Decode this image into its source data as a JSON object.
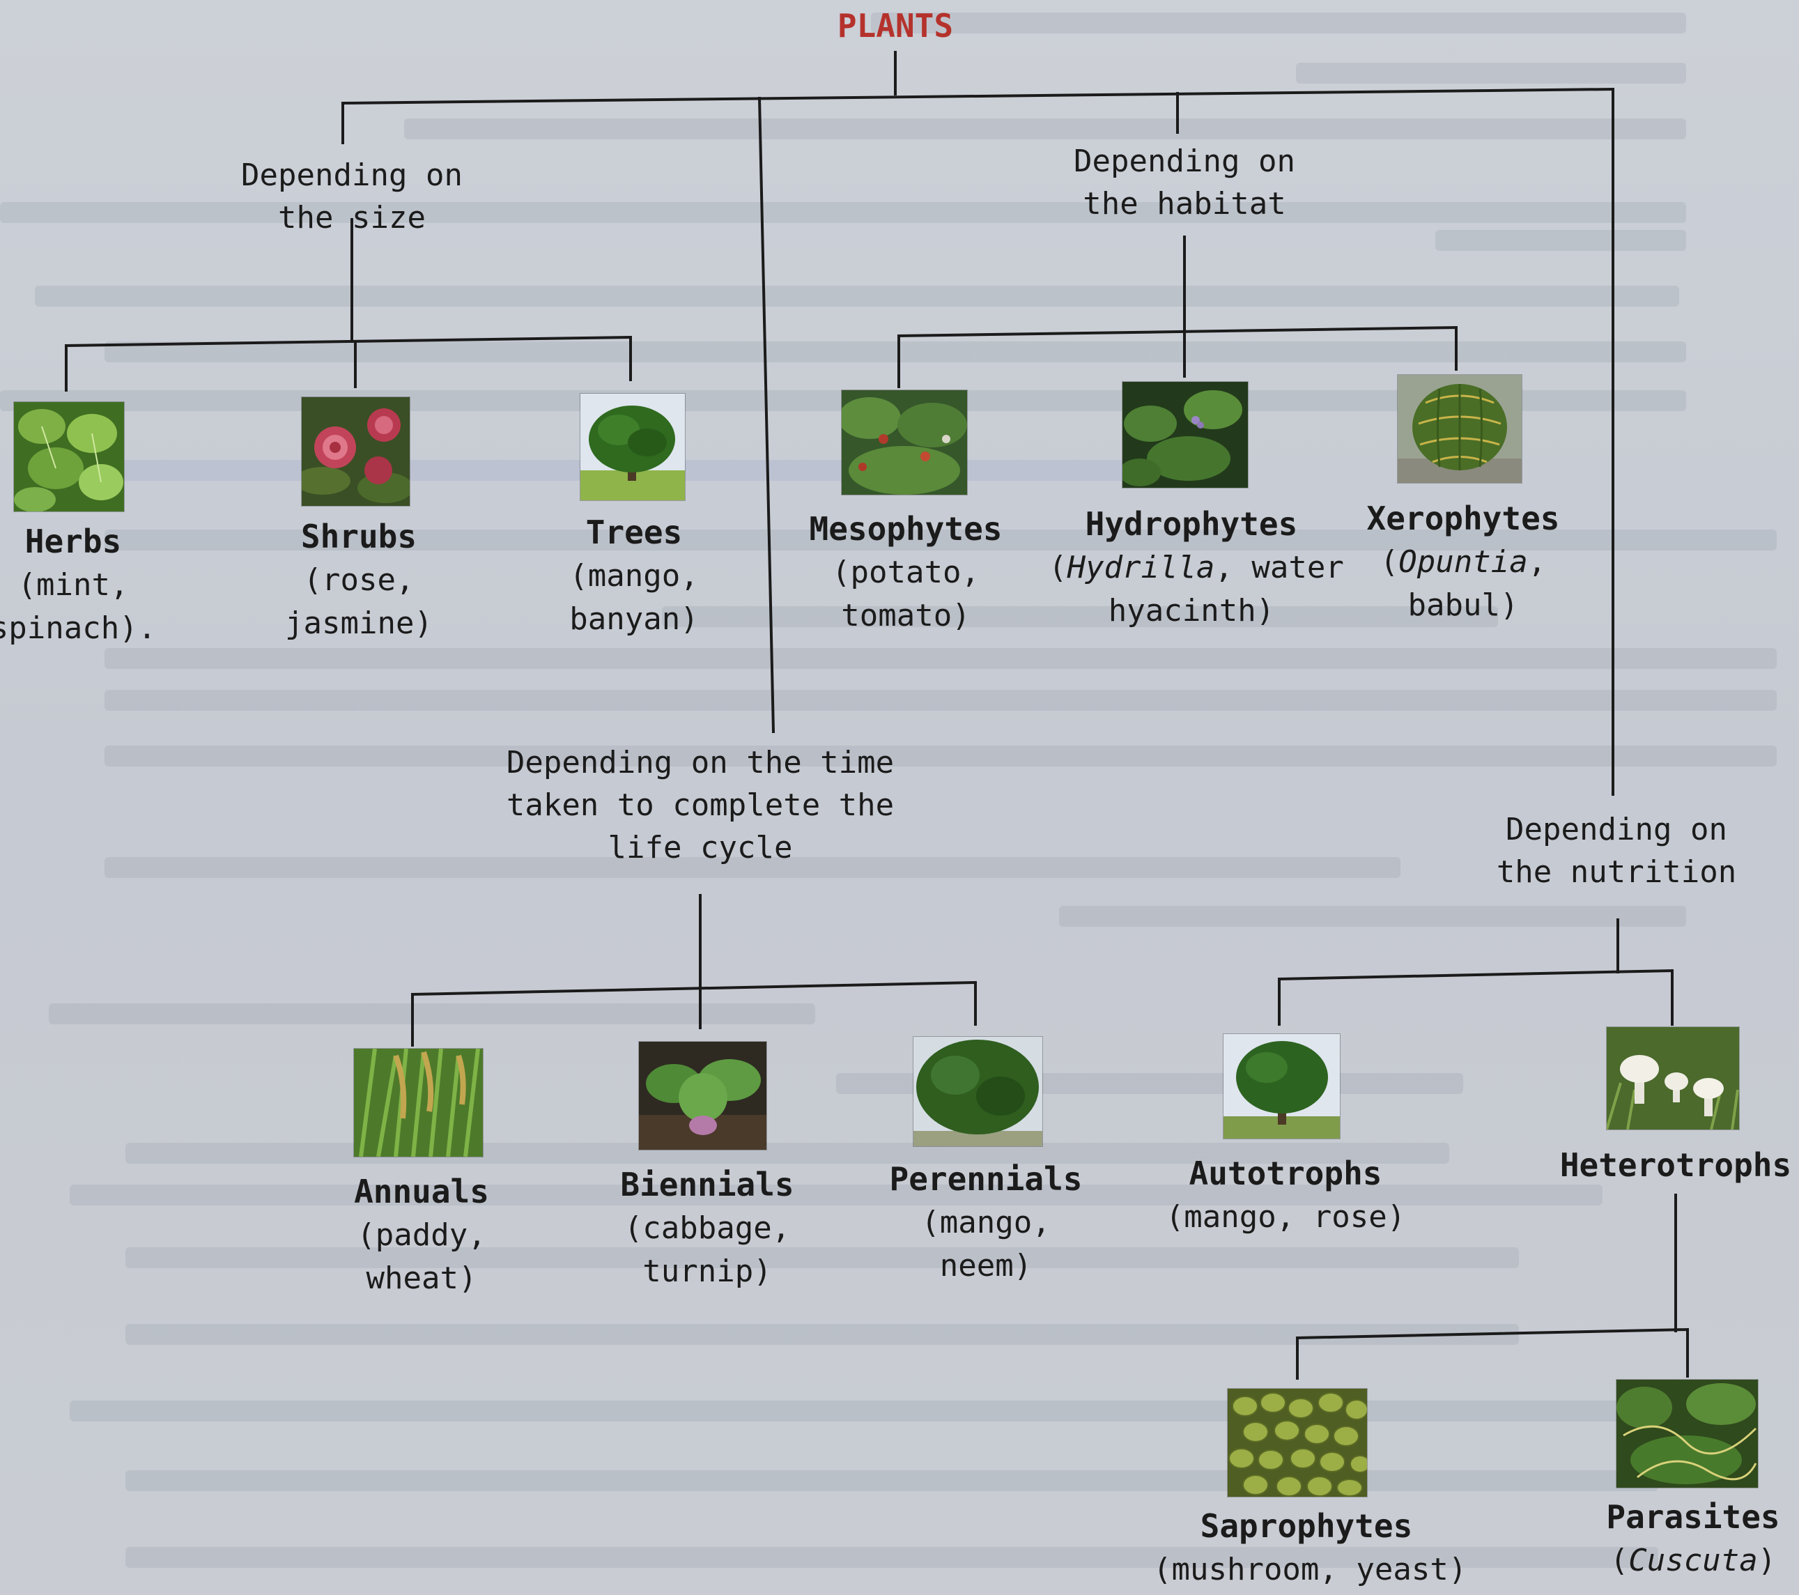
{
  "title": "PLANTS",
  "colors": {
    "title": "#b5322c",
    "line": "#1b1b1b",
    "background": "#c9cdd4"
  },
  "branches": {
    "size": {
      "label_lines": [
        "Depending on",
        "the size"
      ],
      "items": [
        {
          "name": "Herbs",
          "examples": [
            "(mint,",
            "spinach)."
          ],
          "image": "herb-photo"
        },
        {
          "name": "Shrubs",
          "examples": [
            "(rose,",
            "jasmine)"
          ],
          "image": "rose-shrub-photo"
        },
        {
          "name": "Trees",
          "examples": [
            "(mango,",
            "banyan)"
          ],
          "image": "tree-photo"
        }
      ]
    },
    "habitat": {
      "label_lines": [
        "Depending on",
        "the habitat"
      ],
      "items": [
        {
          "name": "Mesophytes",
          "examples": [
            "(potato,",
            "tomato)"
          ],
          "image": "garden-plants-photo"
        },
        {
          "name": "Hydrophytes",
          "example_italic": "Hydrilla",
          "example_rest": ", water",
          "example_line2": "hyacinth)",
          "image": "water-hyacinth-photo"
        },
        {
          "name": "Xerophytes",
          "example_italic": "Opuntia",
          "example_rest": ",",
          "example_line2": "babul)",
          "image": "cactus-photo"
        }
      ]
    },
    "life_cycle": {
      "label_lines": [
        "Depending on the time",
        "taken to complete the",
        "life cycle"
      ],
      "items": [
        {
          "name": "Annuals",
          "examples": [
            "(paddy,",
            "wheat)"
          ],
          "image": "paddy-photo"
        },
        {
          "name": "Biennials",
          "examples": [
            "(cabbage,",
            "turnip)"
          ],
          "image": "turnip-photo"
        },
        {
          "name": "Perennials",
          "examples": [
            "(mango,",
            "neem)"
          ],
          "image": "neem-tree-photo"
        }
      ]
    },
    "nutrition": {
      "label_lines": [
        "Depending on",
        "the nutrition"
      ],
      "items": [
        {
          "name": "Autotrophs",
          "examples": [
            "(mango, rose)"
          ],
          "image": "mango-tree-photo"
        },
        {
          "name": "Heterotrophs",
          "examples": [],
          "image": "mushroom-photo"
        }
      ],
      "heterotroph_types": [
        {
          "name": "Saprophytes",
          "examples": [
            "(mushroom, yeast)"
          ],
          "image": "yeast-photo"
        },
        {
          "name": "Parasites",
          "example_italic": "Cuscuta",
          "image": "cuscuta-photo"
        }
      ]
    }
  }
}
